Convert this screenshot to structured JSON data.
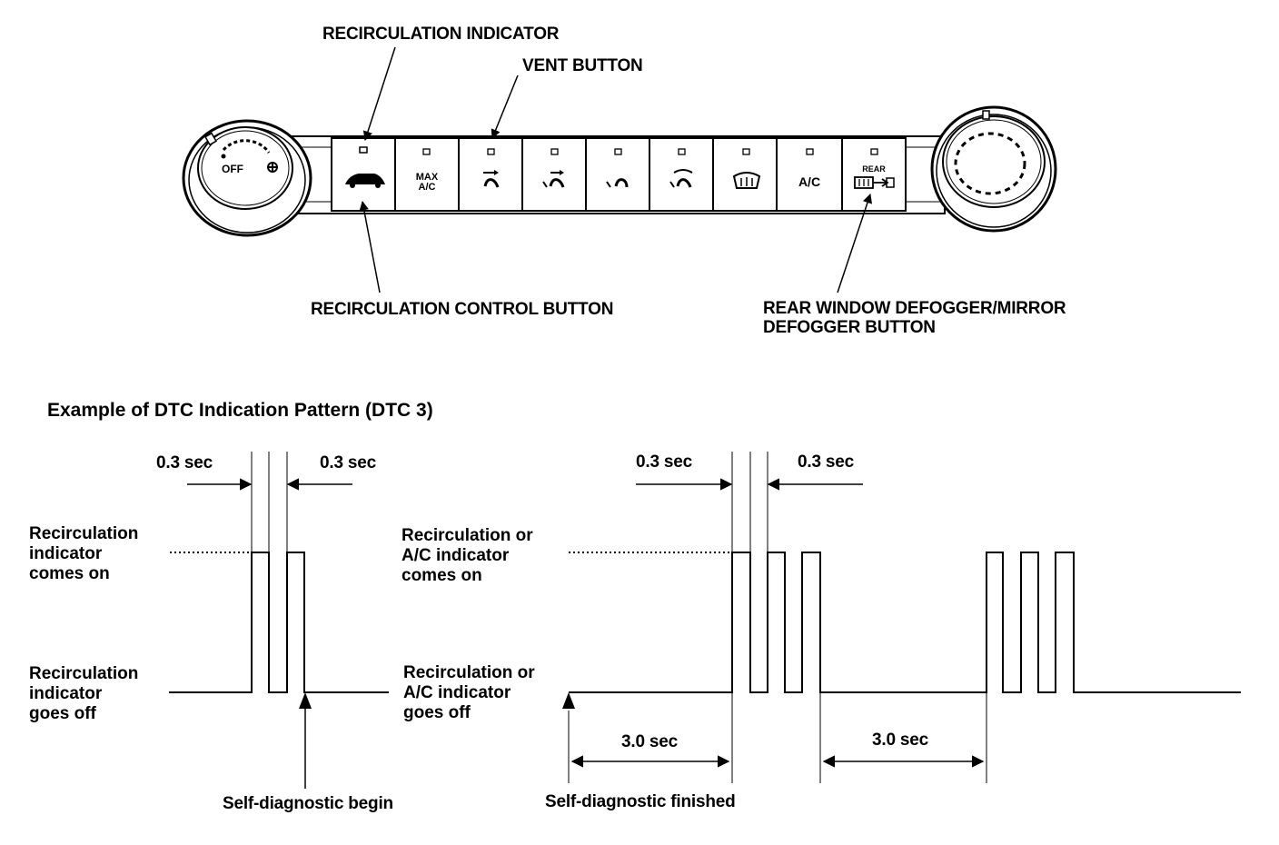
{
  "panel": {
    "labels": {
      "recirculation_indicator": "RECIRCULATION INDICATOR",
      "vent_button": "VENT BUTTON",
      "recirculation_control_button": "RECIRCULATION CONTROL BUTTON",
      "rear_defogger_line1": "REAR WINDOW DEFOGGER/MIRROR",
      "rear_defogger_line2": "DEFOGGER BUTTON"
    },
    "left_knob_off": "OFF",
    "buttons": [
      {
        "id": "recirculation",
        "icon": "car-recirculation-icon",
        "text": ""
      },
      {
        "id": "max-ac",
        "icon": "",
        "text_line1": "MAX",
        "text_line2": "A/C"
      },
      {
        "id": "vent",
        "icon": "vent-mode-icon",
        "text": ""
      },
      {
        "id": "bi-level",
        "icon": "bi-level-mode-icon",
        "text": ""
      },
      {
        "id": "floor",
        "icon": "floor-mode-icon",
        "text": ""
      },
      {
        "id": "floor-defrost",
        "icon": "floor-defrost-mode-icon",
        "text": ""
      },
      {
        "id": "defrost",
        "icon": "windshield-defrost-icon",
        "text": ""
      },
      {
        "id": "ac",
        "icon": "",
        "text": "A/C"
      },
      {
        "id": "rear-defogger",
        "icon": "rear-defogger-icon",
        "text": "REAR"
      }
    ]
  },
  "timing": {
    "title": "Example of DTC Indication Pattern (DTC 3)",
    "left": {
      "dim_left": "0.3 sec",
      "dim_right": "0.3 sec",
      "on_label": [
        "Recirculation",
        "indicator",
        "comes on"
      ],
      "off_label": [
        "Recirculation",
        "indicator",
        "goes off"
      ],
      "begin_label": "Self-diagnostic begin"
    },
    "right": {
      "dim_left": "0.3 sec",
      "dim_right": "0.3 sec",
      "on_label": [
        "Recirculation or",
        "A/C indicator",
        "comes on"
      ],
      "off_label": [
        "Recirculation or",
        "A/C indicator",
        "goes off"
      ],
      "gap1": "3.0 sec",
      "gap2": "3.0 sec",
      "finished_label": "Self-diagnostic finished"
    }
  }
}
